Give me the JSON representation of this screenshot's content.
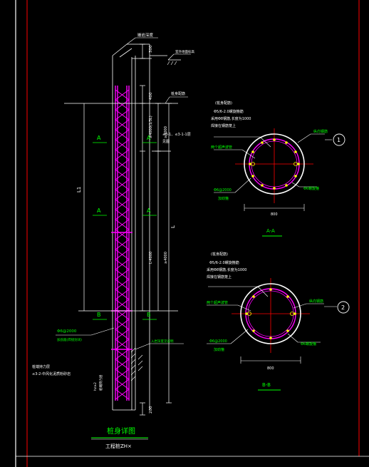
{
  "pile_elevation": {
    "title": "桩身详图",
    "subtitle": "工程桩ZH×",
    "top_note": "嵌岩深度",
    "ground_note": "室外地面标高",
    "dim_top": "300",
    "dim_a": "400",
    "dim_b": "≥4000(1/3L)",
    "dim_c": "≥4000",
    "dim_d": "L-4000",
    "dim_bottom": "200",
    "label_L1": "L1",
    "label_L": "L",
    "side_note_1": "桩身配筋",
    "side_note_2": "≤3-1、≤3-1-1层",
    "side_note_3": "见图",
    "mark_a": "A",
    "mark_b": "B",
    "stirrup_1": "Φ6@2000",
    "stirrup_2": "加劲箍(焊接封闭)",
    "bearing_1": "桩端持力层",
    "bearing_2": "≤3-2-中风化泥质粉砂岩",
    "rock_note": "入岩深度见说明",
    "right_low_note": "hz≥2",
    "right_low_note2": "桩端持力层"
  },
  "section_a": {
    "title": "A-A",
    "callout_1": "(桩身配筋)",
    "callout_2": "Φ5/6-2.0螺旋箍筋",
    "callout_3": "采用Φ8钢筋,长度为1000",
    "callout_4": "焊接在钢筋笼上",
    "left_1": "两个超声波管",
    "left_2": "Φ6@2000",
    "left_3": "加劲箍",
    "right_1": "纵向钢筋",
    "right_2": "Φ6螺旋箍",
    "width": "800",
    "marker": "1"
  },
  "section_b": {
    "title": "B-B",
    "callout_1": "(桩身配筋)",
    "callout_2": "Φ5/6-2.0螺旋箍筋",
    "callout_3": "采用Φ8钢筋,长度为1000",
    "callout_4": "焊接在钢筋笼上",
    "left_1": "两个超声波管",
    "left_2": "Φ6@2000",
    "left_3": "加劲箍",
    "right_1": "纵向钢筋",
    "right_2": "Φ6螺旋箍",
    "width": "800",
    "marker": "2"
  },
  "colors": {
    "background": "#000000",
    "white": "#ffffff",
    "green": "#00ff00",
    "magenta": "#ff00ff",
    "red": "#ff0000",
    "yellow": "#ffff00",
    "cyan": "#00ffff"
  }
}
